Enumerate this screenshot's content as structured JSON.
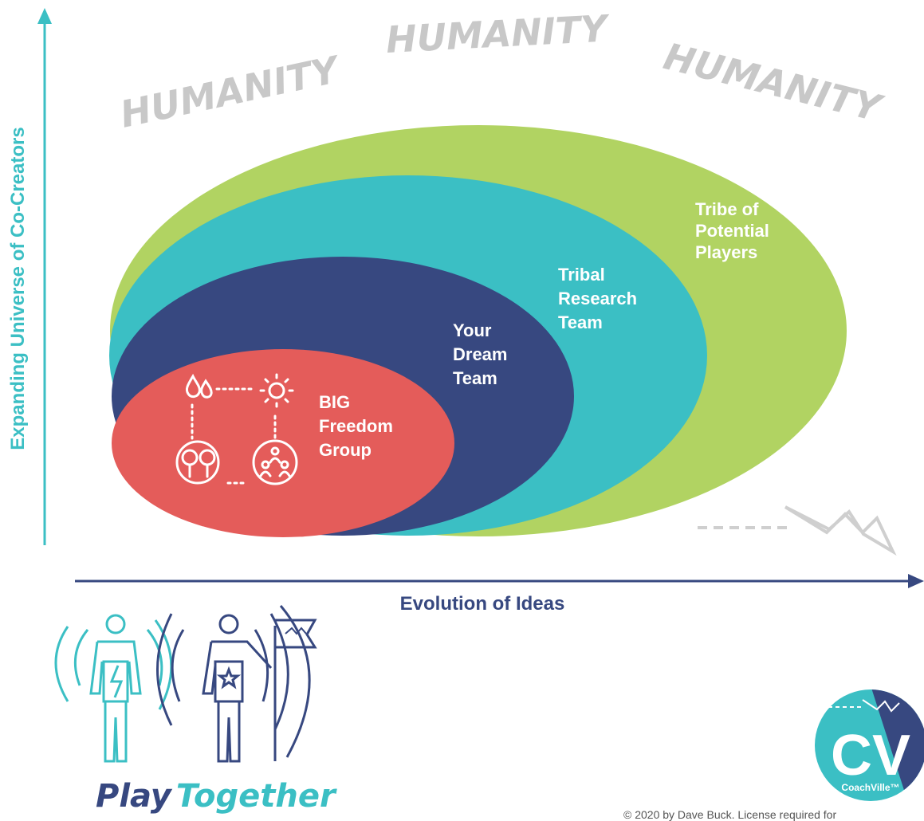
{
  "humanity_words": [
    "HUMANITY",
    "HUMANITY",
    "HUMANITY"
  ],
  "y_axis_label": "Expanding Universe of Co-Creators",
  "x_axis_label": "Evolution of Ideas",
  "circles": [
    {
      "lines": [
        "Tribe of",
        "Potential",
        "Players"
      ],
      "color": "#b1d362"
    },
    {
      "lines": [
        "Tribal",
        "Research",
        "Team"
      ],
      "color": "#3bbfc4"
    },
    {
      "lines": [
        "Your",
        "Dream",
        "Team"
      ],
      "color": "#374880"
    },
    {
      "lines": [
        "BIG",
        "Freedom",
        "Group"
      ],
      "color": "#e45c5a"
    }
  ],
  "logo": {
    "play": "Play",
    "together": "Together",
    "brand_letters": "CV",
    "brand_name": "CoachVille™",
    "copyright": "© 2020 by Dave Buck. License required for"
  },
  "colors": {
    "teal": "#3bbfc4",
    "navy": "#374880",
    "green": "#b1d362",
    "red": "#e45c5a",
    "grey": "#c8c8c8"
  }
}
